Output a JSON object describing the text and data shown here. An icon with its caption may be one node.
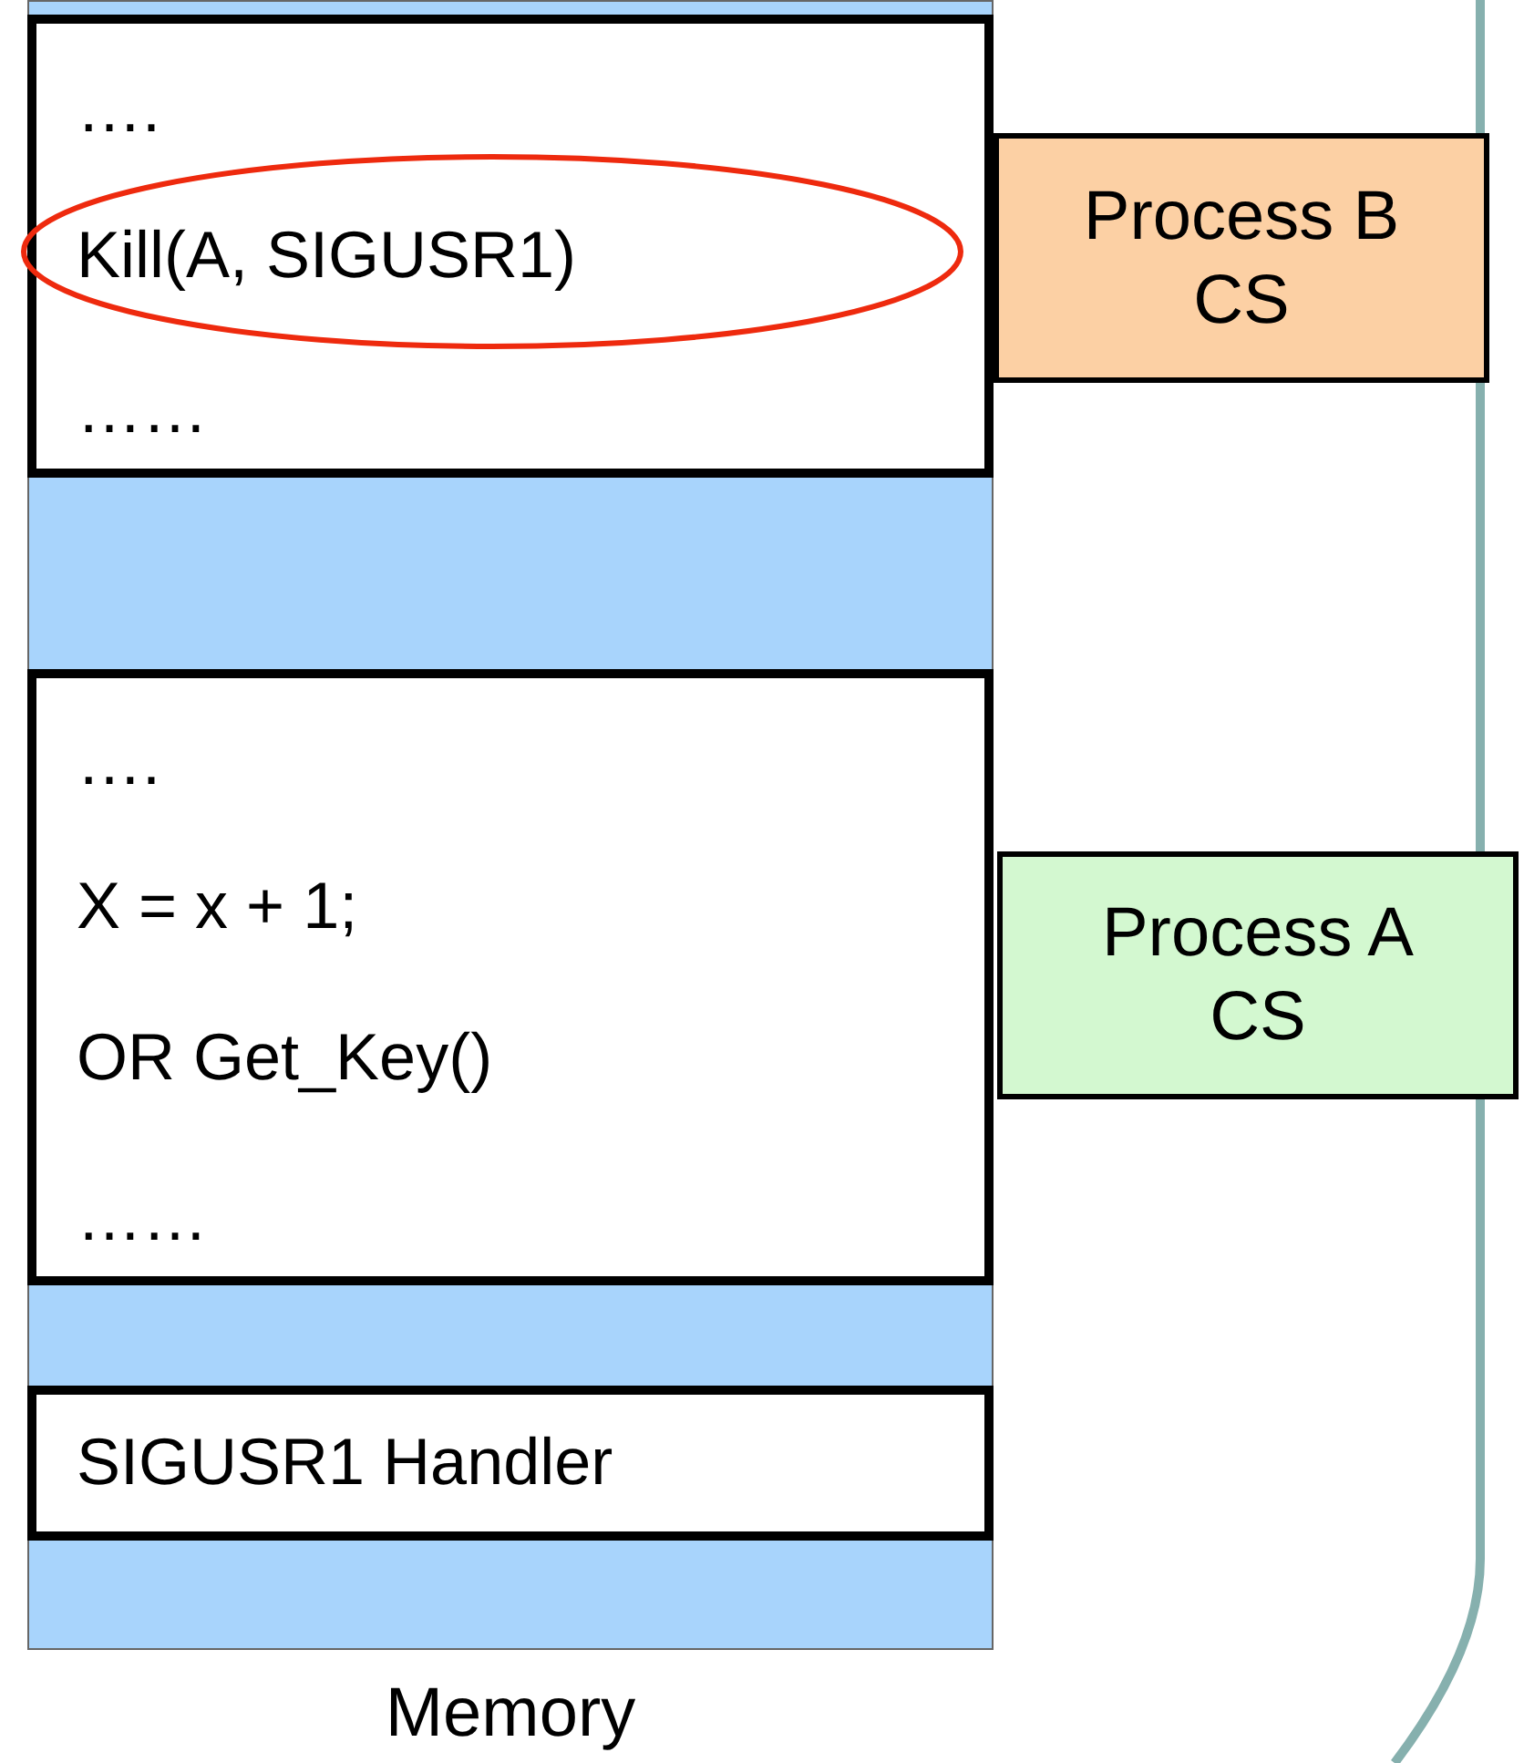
{
  "diagram": {
    "nodes": [
      {
        "text": [
          "Memory"
        ]
      },
      {
        "text": [
          "….",
          "Kill(A, SIGUSR1)",
          "……"
        ],
        "in": 0
      },
      {
        "text": [
          "….",
          "X = x + 1;",
          "OR Get_Key()",
          "……"
        ],
        "in": 0
      },
      {
        "text": [
          "SIGUSR1 Handler"
        ],
        "in": 0
      },
      {
        "text": [
          "Process B CS"
        ]
      },
      {
        "text": [
          "Process A CS"
        ]
      }
    ]
  }
}
